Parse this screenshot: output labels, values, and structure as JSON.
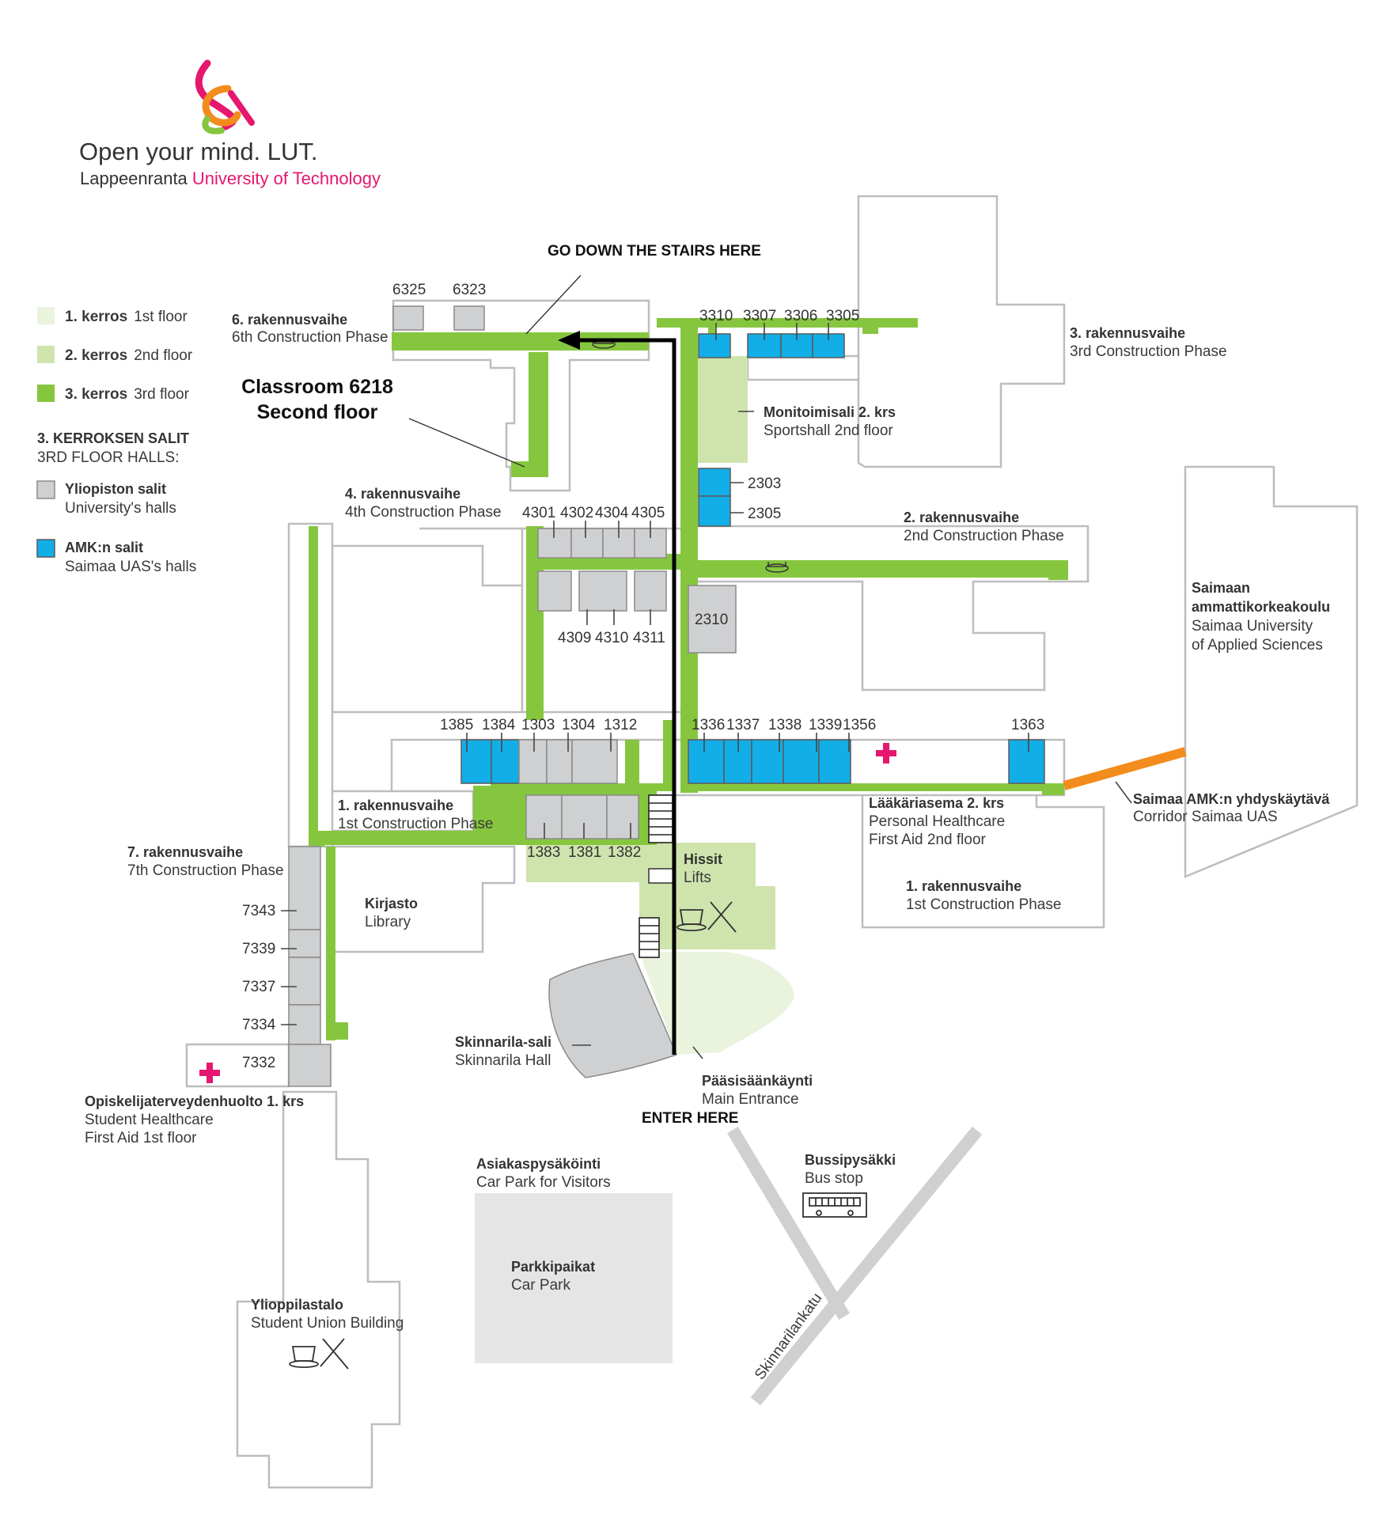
{
  "brand": {
    "slogan": "Open your mind. LUT.",
    "name_part1": "Lappeenranta ",
    "name_part2": "University of Technology",
    "colors": {
      "pink": "#e5176f",
      "orange": "#f28c1c",
      "green": "#86c63f"
    }
  },
  "legend": {
    "floors": [
      {
        "fi": "1. kerros",
        "en": "1st floor",
        "color": "#eaf3dc"
      },
      {
        "fi": "2. kerros",
        "en": "2nd floor",
        "color": "#cfe4ad"
      },
      {
        "fi": "3. kerros",
        "en": "3rd floor",
        "color": "#86c63f"
      }
    ],
    "halls_title_fi": "3. KERROKSEN SALIT",
    "halls_title_en": "3RD FLOOR HALLS:",
    "halls": [
      {
        "fi": "Yliopiston salit",
        "en": "University's halls",
        "color": "#cfd0d2"
      },
      {
        "fi": "AMK:n salit",
        "en": "Saimaa UAS's halls",
        "color": "#12aee8"
      }
    ]
  },
  "annotations": {
    "stairs": "GO DOWN THE STAIRS HERE",
    "classroom_line1": "Classroom 6218",
    "classroom_line2": "Second floor",
    "enter": "ENTER HERE"
  },
  "areas": {
    "phase6": {
      "fi": "6. rakennusvaihe",
      "en": "6th Construction Phase"
    },
    "phase3": {
      "fi": "3. rakennusvaihe",
      "en": "3rd Construction Phase"
    },
    "sportshall": {
      "fi": "Monitoimisali 2. krs",
      "en": "Sportshall 2nd floor"
    },
    "phase4": {
      "fi": "4. rakennusvaihe",
      "en": "4th Construction Phase"
    },
    "phase2": {
      "fi": "2. rakennusvaihe",
      "en": "2nd Construction Phase"
    },
    "saimaa": {
      "line1": "Saimaan",
      "line2": "ammattikorkeakoulu",
      "line3": "Saimaa University",
      "line4": "of Applied Sciences"
    },
    "phase1a": {
      "fi": "1. rakennusvaihe",
      "en": "1st Construction Phase"
    },
    "phase1b": {
      "fi": "1. rakennusvaihe",
      "en": "1st Construction Phase"
    },
    "healthcare": {
      "fi": "Lääkäriasema 2. krs",
      "en1": "Personal Healthcare",
      "en2": "First Aid 2nd floor"
    },
    "corridor": {
      "fi": "Saimaa AMK:n yhdyskäytävä",
      "en": "Corridor Saimaa UAS"
    },
    "phase7": {
      "fi": "7. rakennusvaihe",
      "en": "7th Construction Phase"
    },
    "library": {
      "fi": "Kirjasto",
      "en": "Library"
    },
    "lifts": {
      "fi": "Hissit",
      "en": "Lifts"
    },
    "skinnarila": {
      "fi": "Skinnarila-sali",
      "en": "Skinnarila Hall"
    },
    "entrance": {
      "fi": "Pääsisäänkäynti",
      "en": "Main Entrance"
    },
    "student_health": {
      "fi": "Opiskelijaterveydenhuolto 1. krs",
      "en1": "Student Healthcare",
      "en2": "First Aid 1st floor"
    },
    "visitor_park": {
      "fi": "Asiakaspysäköinti",
      "en": "Car Park for Visitors"
    },
    "bus": {
      "fi": "Bussipysäkki",
      "en": "Bus stop"
    },
    "carpark": {
      "fi": "Parkkipaikat",
      "en": "Car Park"
    },
    "student_union": {
      "fi": "Ylioppilastalo",
      "en": "Student Union Building"
    },
    "street": "Skinnarilankatu"
  },
  "rooms": {
    "r6325": "6325",
    "r6323": "6323",
    "r3310": "3310",
    "r3307": "3307",
    "r3306": "3306",
    "r3305": "3305",
    "r2303": "2303",
    "r2305": "2305",
    "r2310": "2310",
    "r4301": "4301",
    "r4302": "4302",
    "r4304": "4304",
    "r4305": "4305",
    "r4309": "4309",
    "r4310": "4310",
    "r4311": "4311",
    "r1385": "1385",
    "r1384": "1384",
    "r1303": "1303",
    "r1304": "1304",
    "r1312": "1312",
    "r1336": "1336",
    "r1337": "1337",
    "r1338": "1338",
    "r1339": "1339",
    "r1356": "1356",
    "r1363": "1363",
    "r1383": "1383",
    "r1381": "1381",
    "r1382": "1382",
    "r7343": "7343",
    "r7339": "7339",
    "r7337": "7337",
    "r7334": "7334",
    "r7332": "7332"
  }
}
